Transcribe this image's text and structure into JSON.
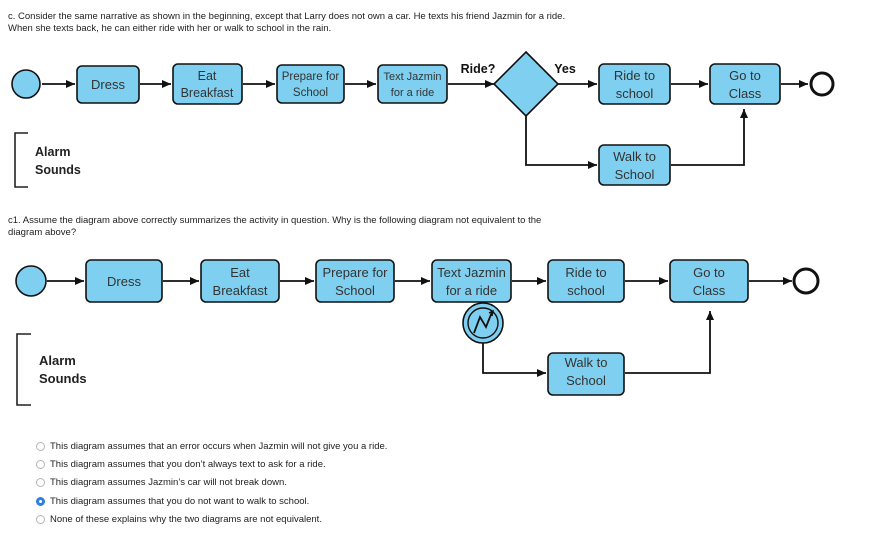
{
  "question_c": {
    "line1": "c. Consider the same narrative as shown in the beginning, except that Larry does not own a car. He texts his friend Jazmin for a ride.",
    "line2": "When she texts back, he can either ride with her or walk to school in the rain."
  },
  "diagram1": {
    "dress": "Dress",
    "eat1": "Eat",
    "eat2": "Breakfast",
    "prep1": "Prepare for",
    "prep2": "School",
    "text1": "Text Jazmin",
    "text2": "for a ride",
    "decision_label": "Ride?",
    "yes_label": "Yes",
    "ride1": "Ride to",
    "ride2": "school",
    "goto1": "Go to",
    "goto2": "Class",
    "walk1": "Walk to",
    "walk2": "School",
    "alarm1": "Alarm",
    "alarm2": "Sounds"
  },
  "question_c1": {
    "line1": "c1. Assume the diagram above correctly summarizes the activity in question. Why is the following diagram not equivalent to the",
    "line2": "diagram above?"
  },
  "diagram2": {
    "dress": "Dress",
    "eat1": "Eat",
    "eat2": "Breakfast",
    "prep1": "Prepare for",
    "prep2": "School",
    "text1": "Text Jazmin",
    "text2": "for a ride",
    "ride1": "Ride to",
    "ride2": "school",
    "goto1": "Go to",
    "goto2": "Class",
    "walk1": "Walk to",
    "walk2": "School",
    "alarm1": "Alarm",
    "alarm2": "Sounds"
  },
  "answer_options": [
    {
      "label": "This diagram assumes that an error occurs when Jazmin will not give you a ride.",
      "selected": false
    },
    {
      "label": "This diagram assumes that you don’t always text to ask for a ride.",
      "selected": false
    },
    {
      "label": "This diagram assumes Jazmin’s car will not break down.",
      "selected": false
    },
    {
      "label": "This diagram assumes that you do not want to walk to school.",
      "selected": true
    },
    {
      "label": "None of these explains why the two diagrams are not equivalent.",
      "selected": false
    }
  ],
  "colors": {
    "node_fill": "#7fd0f0",
    "radio_selected": "#2e7fe0"
  }
}
